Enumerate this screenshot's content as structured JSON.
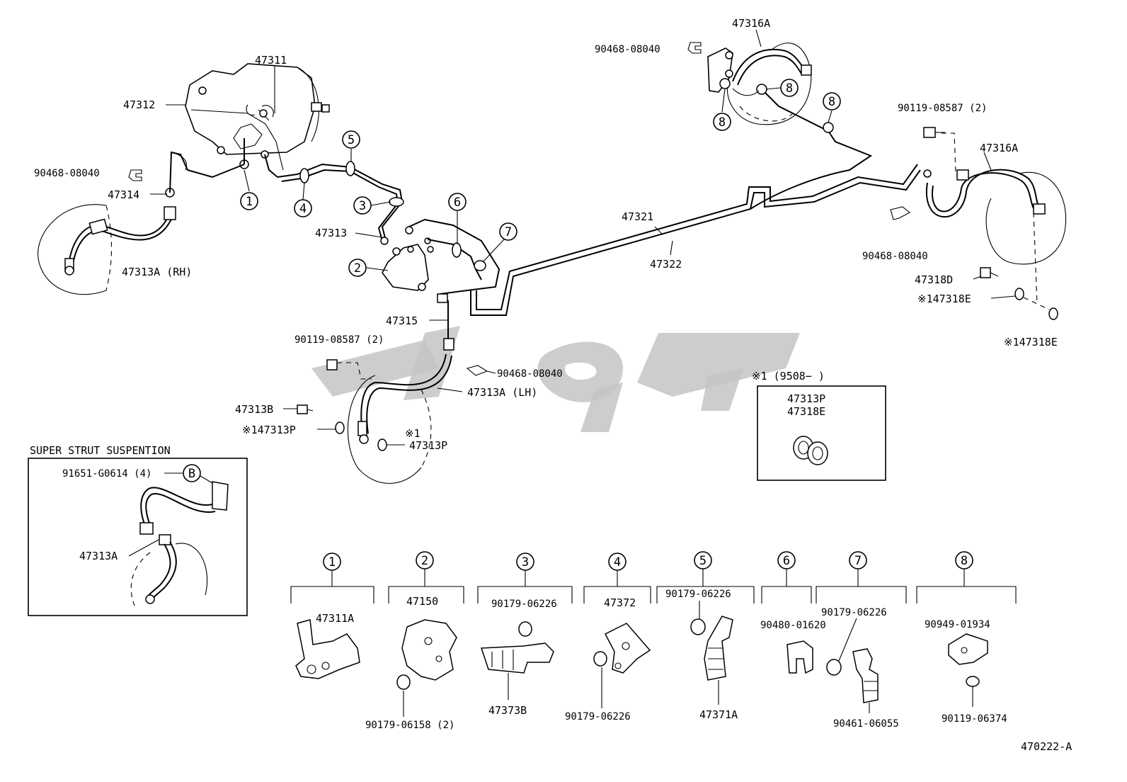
{
  "labels": {
    "47311": "47311",
    "47312": "47312",
    "90468_08040_a": "90468-08040",
    "47314": "47314",
    "47313A_RH": "47313A (RH)",
    "47313": "47313",
    "47315": "47315",
    "90119_08587_a": "90119-08587 (2)",
    "90468_08040_b": "90468-08040",
    "47313A_LH": "47313A (LH)",
    "47313B": "47313B",
    "147313P": "※147313P",
    "note_1": "※1",
    "47313P": "47313P",
    "47321": "47321",
    "47322": "47322",
    "47316A_top": "47316A",
    "90468_08040_c": "90468-08040",
    "90119_08587_b": "90119-08587 (2)",
    "47316A_right": "47316A",
    "90468_08040_d": "90468-08040",
    "47318D": "47318D",
    "147318E_a": "※147318E",
    "147318E_b": "※147318E"
  },
  "markers": {
    "m1": "1",
    "m2": "2",
    "m3": "3",
    "m4": "4",
    "m5": "5",
    "m6": "6",
    "m7": "7",
    "m8a": "8",
    "m8b": "8",
    "m8c": "8"
  },
  "note_box": {
    "title": "※1 (9508−        )",
    "part_a": "47313P",
    "part_b": "47318E"
  },
  "inset": {
    "title": "SUPER STRUT SUSPENTION",
    "bolt": "91651-G0614 (4)",
    "marker": "B",
    "hose": "47313A"
  },
  "details": [
    {
      "num": "1",
      "parts": [
        "47311A"
      ]
    },
    {
      "num": "2",
      "parts": [
        "47150",
        "90179-06158 (2)"
      ]
    },
    {
      "num": "3",
      "parts": [
        "90179-06226",
        "47373B"
      ]
    },
    {
      "num": "4",
      "parts": [
        "47372",
        "90179-06226"
      ]
    },
    {
      "num": "5",
      "parts": [
        "90179-06226",
        "47371A"
      ]
    },
    {
      "num": "6",
      "parts": [
        "90480-01620"
      ]
    },
    {
      "num": "7",
      "parts": [
        "90179-06226",
        "90461-06055"
      ]
    },
    {
      "num": "8",
      "parts": [
        "90949-01934",
        "90119-06374"
      ]
    }
  ],
  "footer": {
    "code": "470222-A"
  }
}
